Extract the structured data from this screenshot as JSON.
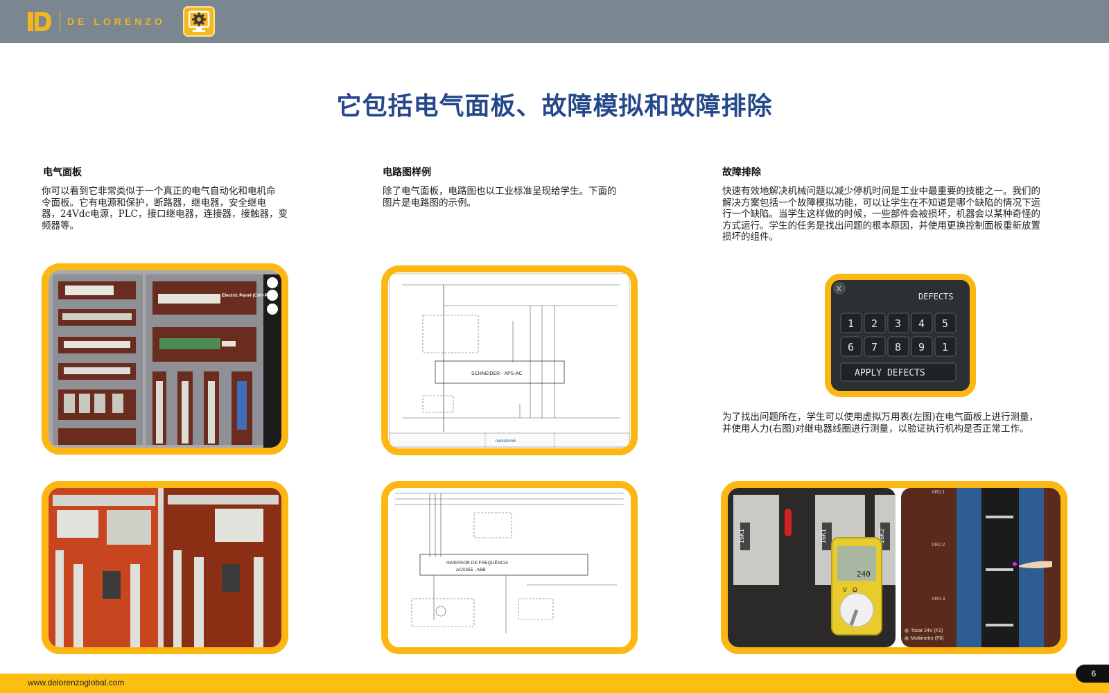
{
  "brand": {
    "name": "DE LORENZO",
    "url": "www.delorenzoglobal.com",
    "accent": "#fcb713",
    "header_color": "#7b8790",
    "title_color": "#25488a"
  },
  "page": {
    "title": "它包括电气面板、故障模拟和故障排除",
    "number": "6"
  },
  "columns": [
    {
      "heading": "电气面板",
      "lines": [
        "你可以看到它非常类似于一个真正的电气自动化和电机命",
        "令面板。它有电源和保护，断路器，继电器，安全继电",
        "器，24Vdc电源，PLC，接口继电器，连接器，接触器，变",
        "频器等。"
      ]
    },
    {
      "heading": "电路图样例",
      "lines": [
        "除了电气面板，电路图也以工业标准呈现给学生。下面的",
        "图片是电路图的示例。"
      ]
    },
    {
      "heading": "故障排除",
      "lines": [
        "快速有效地解决机械问题以减少停机时间是工业中最重要的技能之一。我们的",
        "解决方案包括一个故障模拟功能，可以让学生在不知道是哪个缺陷的情况下运",
        "行一个缺陷。当学生这样做的时候，一些部件会被损坏，机器会以某种奇怪的",
        "方式运行。学生的任务是找出问题的根本原因，并使用更换控制面板重新放置",
        "损坏的组件。"
      ],
      "measure_lines": [
        "为了找出问题所在，学生可以使用虚拟万用表(左图)在电气面板上进行测量，",
        "并使用人力(右图)对继电器线圈进行测量，以验证执行机构是否正常工作。"
      ]
    }
  ],
  "panel_screen": {
    "label": "Electric Panel (Ctrl+P)"
  },
  "schematic1": {
    "block_label": "SCHNEIDER - XPS-AC",
    "logo_text": "mekatronik"
  },
  "schematic2": {
    "block_label_1": "INVERSOR DE FREQUÊNCIA",
    "block_label_2": "ACS355 - ABB"
  },
  "defects_panel": {
    "close": "X",
    "title": "DEFECTS",
    "keys": [
      "1",
      "2",
      "3",
      "4",
      "5",
      "6",
      "7",
      "8",
      "9",
      "1"
    ],
    "apply": "APPLY DEFECTS"
  },
  "multimeter": {
    "reading": "240",
    "contactors": [
      "15K1",
      "16K1",
      "16K2"
    ],
    "mode_v": "V",
    "mode_ohm": "Ω"
  },
  "relay_view": {
    "rows": [
      "XR2.1",
      "XR2.2",
      "XR2.3"
    ],
    "options": [
      "Tocar 24V (F2)",
      "Multimetro (F8)"
    ]
  }
}
